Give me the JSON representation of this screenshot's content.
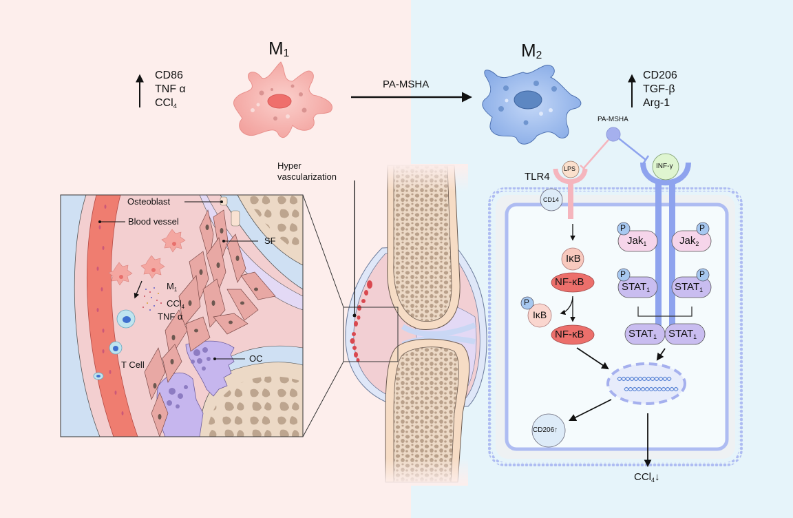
{
  "title_m1": {
    "main": "M",
    "sub": "1"
  },
  "title_m2": {
    "main": "M",
    "sub": "2"
  },
  "m1_markers": {
    "up_arrow": "up-arrow",
    "items": [
      {
        "main": "CD86",
        "sub": ""
      },
      {
        "main": "TNF α",
        "sub": ""
      },
      {
        "main": "CCl",
        "sub": "4"
      }
    ]
  },
  "m2_markers": {
    "up_arrow": "up-arrow",
    "items": [
      {
        "main": "CD206",
        "sub": ""
      },
      {
        "main": "TGF-β",
        "sub": ""
      },
      {
        "main": "Arg-1",
        "sub": ""
      }
    ]
  },
  "polarization_arrow_label": "PA-MSHA",
  "pathway": {
    "pa_msha_label": "PA-MSHA",
    "tlr4_label": "TLR4",
    "lps_label": "LPS",
    "cd14_label": "CD14",
    "inf_label": "INF-γ",
    "ikb_label": "IκB",
    "nfkb_label": "NF-κB",
    "p_label": "P",
    "p_ikb_label": "IκB",
    "nfkb2_label": "NF-κB",
    "jak1": {
      "main": "Jak",
      "sub": "1"
    },
    "jak2": {
      "main": "Jak",
      "sub": "2"
    },
    "stat_left": {
      "main": "STAT",
      "sub": "1"
    },
    "stat_right": {
      "main": "STAT",
      "sub": "1"
    },
    "dimer_left": {
      "main": "STAT",
      "sub": "1"
    },
    "dimer_right": {
      "main": "STAT",
      "sub": "1"
    },
    "cd206_out": "CD206↑",
    "ccl4_out": {
      "main": "CCl",
      "sub": "4",
      "suffix": "↓"
    }
  },
  "inset": {
    "osteoblast": "Osteoblast",
    "blood_vessel": "Blood vessel",
    "sf": "SF",
    "m1": {
      "main": "M",
      "sub": "1"
    },
    "ccl4": {
      "main": "CCl",
      "sub": "4"
    },
    "tnf": "TNF α",
    "t_cell": "T Cell",
    "oc": "OC"
  },
  "joint": {
    "hyper_line1": "Hyper",
    "hyper_line2": "vascularization"
  },
  "colors": {
    "left_bg": "#fdeeec",
    "right_bg": "#e6f4fa",
    "m1_cell": "#f4a6a3",
    "m2_cell": "#8fb4ea",
    "tlr4": "#f5b5bd",
    "ifn_receptor": "#8ea3ee",
    "nfkb": "#ec6f6b",
    "stat": "#c9bdf0",
    "jak": "#f6d5ea",
    "phospho": "#a7c8f0"
  }
}
